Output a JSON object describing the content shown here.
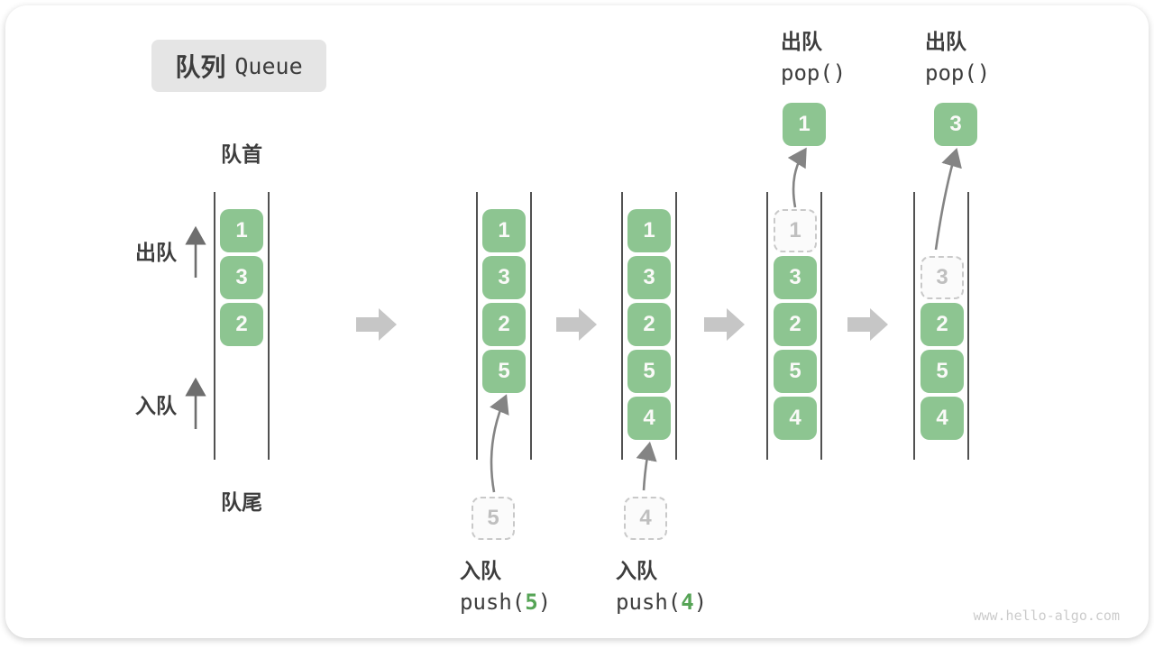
{
  "title": {
    "zh": "队列",
    "en": "Queue"
  },
  "labels": {
    "front": "队首",
    "rear": "队尾",
    "dequeue_side": "出队",
    "enqueue_side": "入队"
  },
  "ops": {
    "pop1": {
      "label": "出队",
      "code": "pop()"
    },
    "pop2": {
      "label": "出队",
      "code": "pop()"
    },
    "push1": {
      "label": "入队",
      "fn": "push(",
      "arg": "5",
      "close": ")"
    },
    "push2": {
      "label": "入队",
      "fn": "push(",
      "arg": "4",
      "close": ")"
    }
  },
  "columns": [
    {
      "slots": [
        "1",
        "3",
        "2"
      ]
    },
    {
      "slots": [
        "1",
        "3",
        "2",
        "5"
      ],
      "incoming": "5"
    },
    {
      "slots": [
        "1",
        "3",
        "2",
        "5",
        "4"
      ],
      "incoming": "4"
    },
    {
      "popped": "1",
      "ghost": "1",
      "slots": [
        "3",
        "2",
        "5",
        "4"
      ]
    },
    {
      "popped": "3",
      "ghost": "3",
      "slots": [
        "2",
        "5",
        "4"
      ]
    }
  ],
  "watermark": "www.hello-algo.com",
  "colors": {
    "cell_green": "#8dc591",
    "arg_green": "#56a456",
    "step_arrow_gray": "#c6c6c6",
    "flow_arrow_gray": "#848484",
    "wall_gray": "#515151"
  }
}
